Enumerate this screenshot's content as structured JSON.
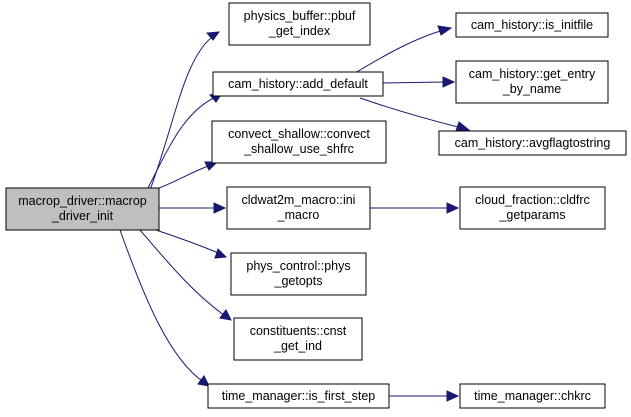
{
  "colors": {
    "edge": "#191970",
    "root_fill": "#bfbfbf",
    "node_fill": "#ffffff",
    "node_border": "#000000"
  },
  "nodes": {
    "macrop": [
      "macrop_driver::macrop",
      "_driver_init"
    ],
    "pbuf": [
      "physics_buffer::pbuf",
      "_get_index"
    ],
    "add_default": [
      "cam_history::add_default"
    ],
    "is_initfile": [
      "cam_history::is_initfile"
    ],
    "get_entry": [
      "cam_history::get_entry",
      "_by_name"
    ],
    "avgflag": [
      "cam_history::avgflagtostring"
    ],
    "convect": [
      "convect_shallow::convect",
      "_shallow_use_shfrc"
    ],
    "cldwat2m": [
      "cldwat2m_macro::ini",
      "_macro"
    ],
    "cldfrc": [
      "cloud_fraction::cldfrc",
      "_getparams"
    ],
    "phys_control": [
      "phys_control::phys",
      "_getopts"
    ],
    "cnst": [
      "constituents::cnst",
      "_get_ind"
    ],
    "first_step": [
      "time_manager::is_first_step"
    ],
    "chkrc": [
      "time_manager::chkrc"
    ]
  }
}
